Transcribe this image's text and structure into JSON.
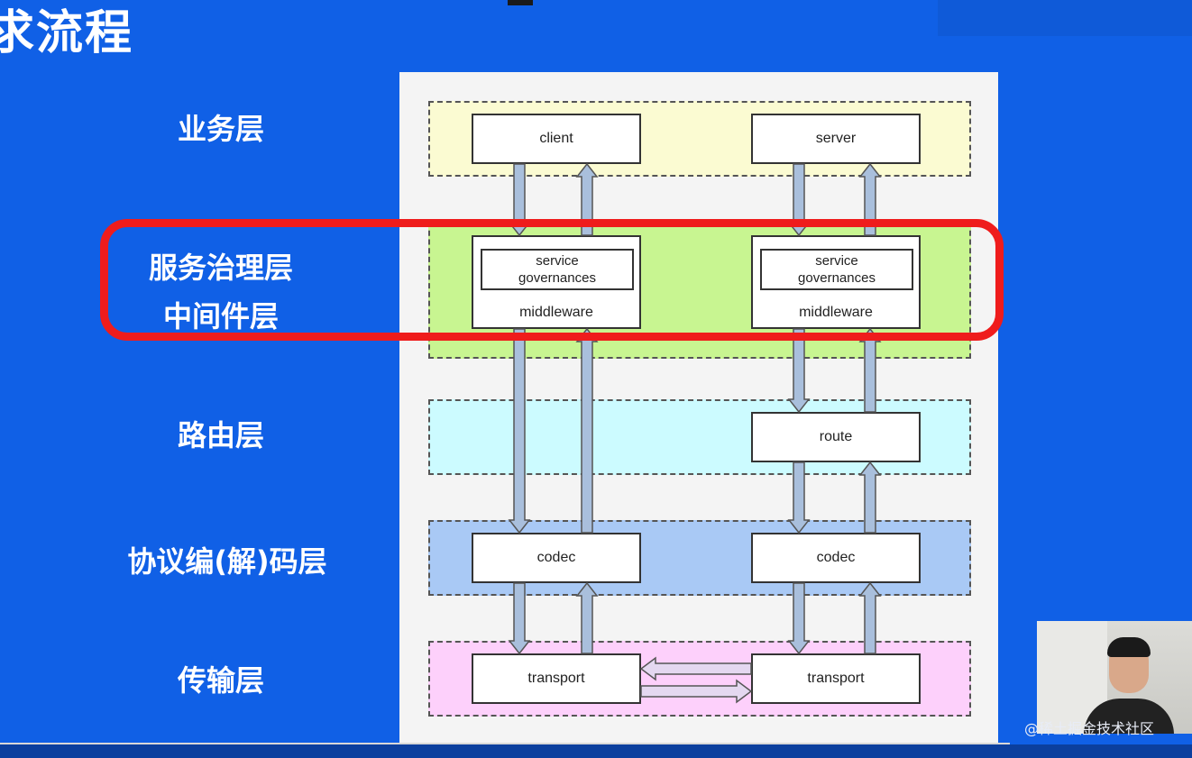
{
  "slide": {
    "title": "求流程"
  },
  "layer_labels": [
    "业务层",
    "服务治理层",
    "中间件层",
    "路由层",
    "协议编(解)码层",
    "传输层"
  ],
  "diagram": {
    "client": "client",
    "server": "server",
    "service_governances": [
      "service",
      "governances"
    ],
    "middleware": "middleware",
    "route": "route",
    "codec": "codec",
    "transport": "transport"
  },
  "colors": {
    "background": "#1060e6",
    "band_business": "#fbfbd2",
    "band_middleware": "#c8f591",
    "band_route": "#ccfbff",
    "band_codec": "#a9c9f5",
    "band_transport": "#fdd0fb",
    "highlight": "#ef1c1c"
  },
  "watermark": "@稀土掘金技术社区"
}
